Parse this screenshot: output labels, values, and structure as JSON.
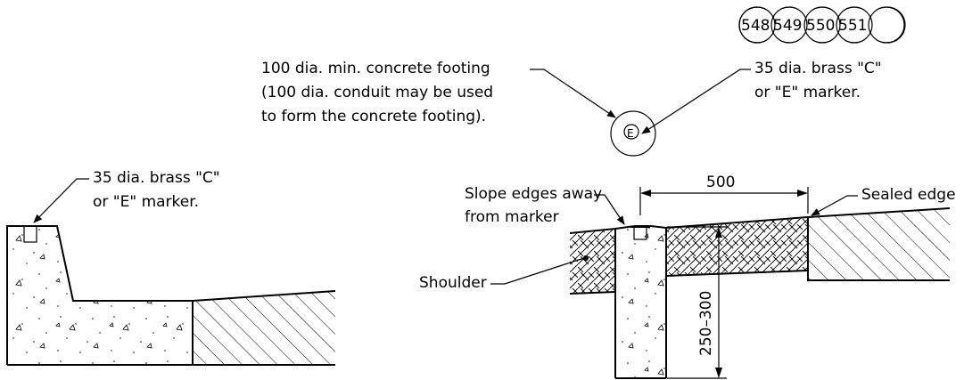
{
  "drawing": {
    "marker_codes": [
      "548",
      "549",
      "550",
      "551"
    ],
    "footing_note": [
      "100 dia. min. concrete footing",
      "(100 dia. conduit may be used",
      "to form the concrete footing)."
    ],
    "marker_note_top": [
      "35 dia. brass \"C\"",
      "or \"E\" marker."
    ],
    "marker_note_left": [
      "35 dia. brass \"C\"",
      "or \"E\" marker."
    ],
    "plan_marker_letter": "E",
    "slope_note": [
      "Slope edges away",
      "from marker"
    ],
    "shoulder_label": "Shoulder",
    "sealed_edge_label": "Sealed edge",
    "dim_width": "500",
    "dim_depth": "250–300"
  },
  "colors": {
    "line": "#000000",
    "background": "#ffffff"
  }
}
